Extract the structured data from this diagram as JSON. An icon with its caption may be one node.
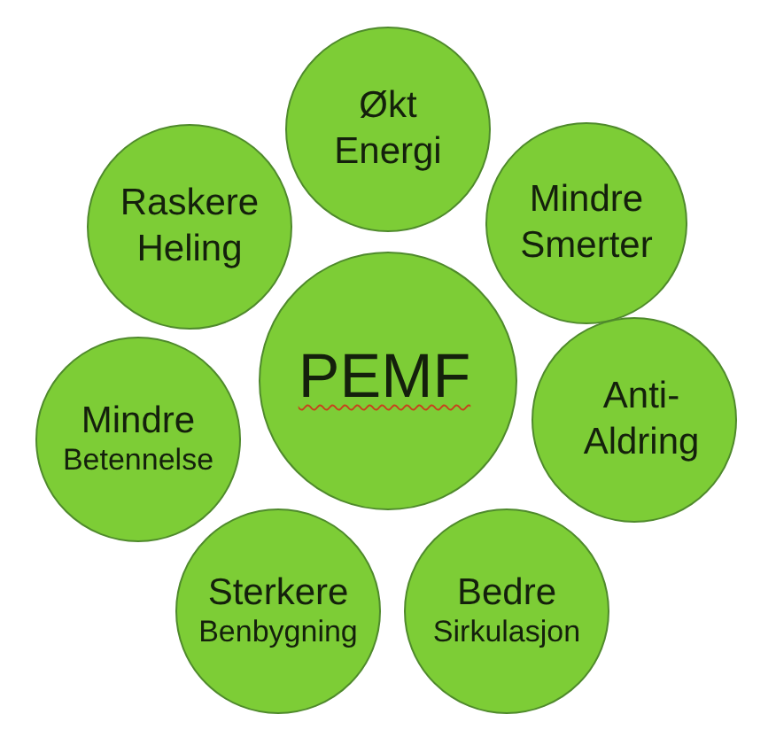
{
  "diagram": {
    "nodes": [
      {
        "text": [
          "Økt Energi"
        ]
      },
      {
        "text": [
          "Raskere Heling"
        ]
      },
      {
        "text": [
          "Mindre Smerter"
        ]
      },
      {
        "text": [
          "PEMF"
        ]
      },
      {
        "text": [
          "Mindre Betennelse"
        ]
      },
      {
        "text": [
          "Anti-Aldring"
        ]
      },
      {
        "text": [
          "Sterkere Benbygning"
        ]
      },
      {
        "text": [
          "Bedre Sirkulasjon"
        ]
      }
    ]
  }
}
